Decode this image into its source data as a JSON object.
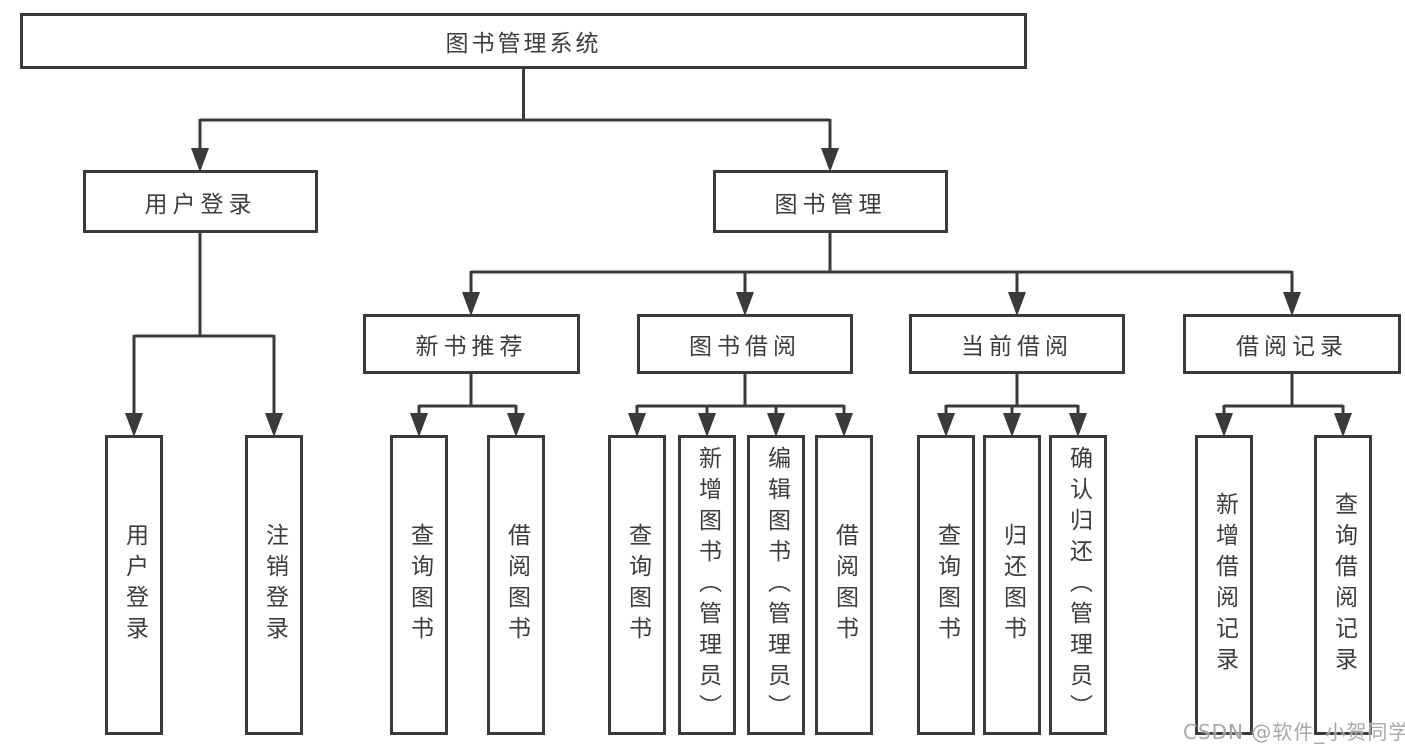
{
  "tree": {
    "label": "图书管理系统",
    "children": [
      {
        "label": "用户登录",
        "children": [
          {
            "label": "用户登录"
          },
          {
            "label": "注销登录"
          }
        ]
      },
      {
        "label": "图书管理",
        "children": [
          {
            "label": "新书推荐",
            "children": [
              {
                "label": "查询图书"
              },
              {
                "label": "借阅图书"
              }
            ]
          },
          {
            "label": "图书借阅",
            "children": [
              {
                "label": "查询图书"
              },
              {
                "label": "新增图书（管理员）"
              },
              {
                "label": "编辑图书（管理员）"
              },
              {
                "label": "借阅图书"
              }
            ]
          },
          {
            "label": "当前借阅",
            "children": [
              {
                "label": "查询图书"
              },
              {
                "label": "归还图书"
              },
              {
                "label": "确认归还（管理员）"
              }
            ]
          },
          {
            "label": "借阅记录",
            "children": [
              {
                "label": "新增借阅记录"
              },
              {
                "label": "查询借阅记录"
              }
            ]
          }
        ]
      }
    ]
  },
  "watermark": {
    "text": "CSDN @软件_小贺同学"
  },
  "colors": {
    "line": "#3a3a3a",
    "text": "#3d3d3d",
    "box_fill": "#ffffff",
    "watermark": "#9e9e9e"
  }
}
